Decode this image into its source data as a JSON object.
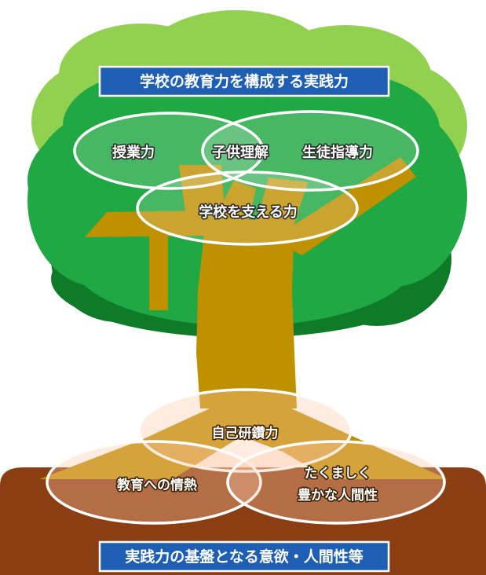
{
  "title_top": "学校の教育力を構成する実践力",
  "title_bottom": "実践力の基盤となる意欲・人間性等",
  "canopy_ellipses": {
    "jugyou": "授業力",
    "kodomo": "子供理解",
    "seito": "生徒指導力",
    "sasaeru": "学校を支える力"
  },
  "root_ellipses": {
    "kenzan": "自己研鑽力",
    "jounetsu": "教育への情熱",
    "ningensei_line1": "たくましく",
    "ningensei_line2": "豊かな人間性"
  },
  "colors": {
    "canopy_light": "#92d050",
    "canopy_mid": "#1fa843",
    "canopy_dark": "#0f7a28",
    "trunk": "#bf9000",
    "ground": "#8b3e12",
    "title_box": "#1e5fb4"
  }
}
